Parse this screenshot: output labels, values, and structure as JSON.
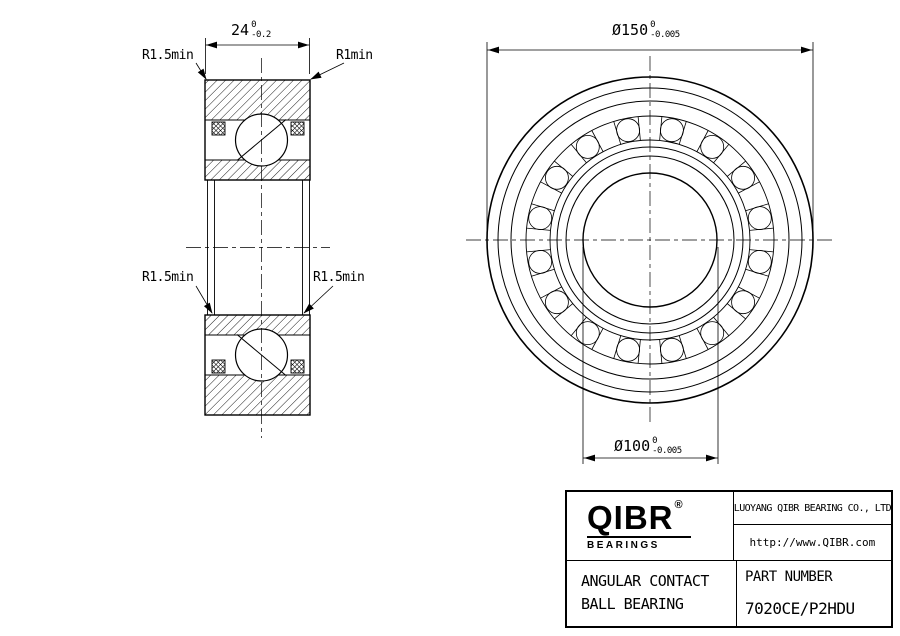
{
  "section_view": {
    "width_dim": {
      "value": "24",
      "upper": "0",
      "lower": "-0.2"
    },
    "radius_top_left": "R1.5min",
    "radius_top_right": "R1min",
    "radius_mid_left": "R1.5min",
    "radius_mid_right": "R1.5min"
  },
  "front_view": {
    "outer_dia": {
      "value": "Ø150",
      "upper": "0",
      "lower": "-0.005"
    },
    "bore_dia": {
      "value": "Ø100",
      "upper": "0",
      "lower": "-0.005"
    }
  },
  "title_block": {
    "logo_text": "QIBR",
    "logo_reg": "®",
    "logo_sub": "BEARINGS",
    "company": "LUOYANG QIBR BEARING CO., LTD",
    "website": "http://www.QIBR.com",
    "product_line1": "ANGULAR CONTACT",
    "product_line2": "BALL BEARING",
    "part_number_label": "PART NUMBER",
    "part_number": "7020CE/P2HDU"
  }
}
